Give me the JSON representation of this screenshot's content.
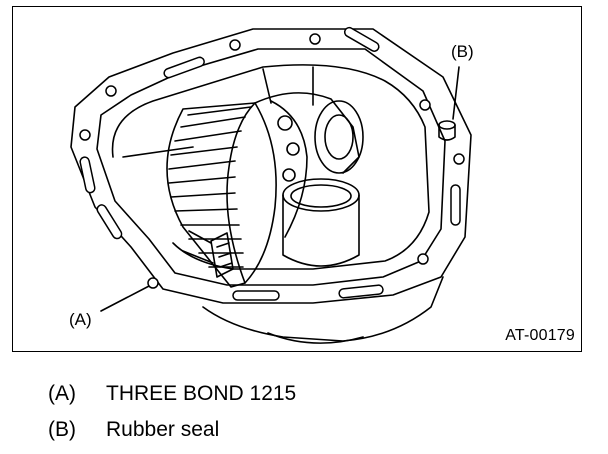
{
  "figure": {
    "callout_a": "(A)",
    "callout_b": "(B)",
    "figure_id": "AT-00179"
  },
  "legend": [
    {
      "key": "(A)",
      "text": "THREE BOND 1215"
    },
    {
      "key": "(B)",
      "text": "Rubber seal"
    }
  ]
}
